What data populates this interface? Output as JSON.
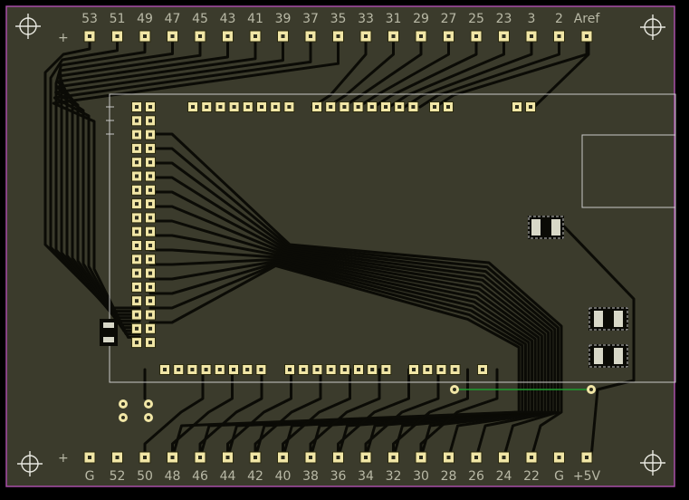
{
  "board": {
    "colors": {
      "background": "#000000",
      "copper": "#3b3b2c",
      "outline": "#a84ea8",
      "trace": "#0b0b06",
      "pad": "#f1e6a6",
      "silkscreen": "#b9b9a6",
      "component_outline": "#c8c8c8",
      "green_wire": "#1e9c2e"
    },
    "top_header": {
      "plus_label": "+",
      "labels": [
        "53",
        "51",
        "49",
        "47",
        "45",
        "43",
        "41",
        "39",
        "37",
        "35",
        "33",
        "31",
        "29",
        "27",
        "25",
        "23",
        "3",
        "2",
        "Aref"
      ]
    },
    "bottom_header": {
      "plus_label": "+",
      "labels": [
        "G",
        "52",
        "50",
        "48",
        "46",
        "44",
        "42",
        "40",
        "38",
        "36",
        "34",
        "32",
        "30",
        "28",
        "26",
        "24",
        "22",
        "G",
        "+5V"
      ]
    }
  }
}
